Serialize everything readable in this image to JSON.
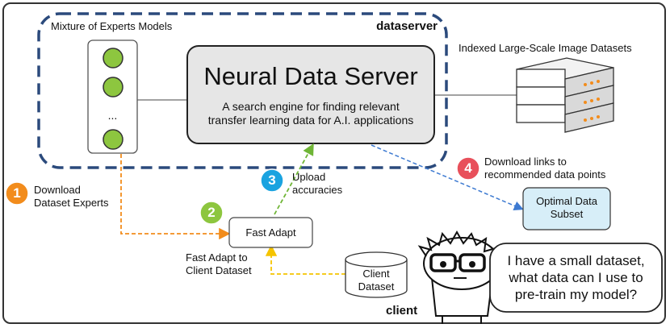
{
  "dataserver_label": "dataserver",
  "moe_title": "Mixture of Experts Models",
  "moe_ellipsis": "...",
  "nds_title": "Neural Data Server",
  "nds_desc_1": "A search engine for finding relevant",
  "nds_desc_2": "transfer learning data for A.I. applications",
  "indexed_label": "Indexed Large-Scale Image Datasets",
  "step1": {
    "num": "1",
    "line1": "Download",
    "line2": "Dataset Experts",
    "color": "#f28c1c"
  },
  "step2": {
    "num": "2",
    "color": "#8dc63f"
  },
  "step3": {
    "num": "3",
    "line1": "Upload",
    "line2": "accuracies",
    "color": "#1aa3e0"
  },
  "step4": {
    "num": "4",
    "line1": "Download links to",
    "line2": "recommended data points",
    "color": "#e8505b"
  },
  "fast_adapt": "Fast Adapt",
  "fast_adapt_client_1": "Fast Adapt to",
  "fast_adapt_client_2": "Client Dataset",
  "optimal_1": "Optimal Data",
  "optimal_2": "Subset",
  "client_dataset_1": "Client",
  "client_dataset_2": "Dataset",
  "client_label": "client",
  "bubble_1": "I have a small dataset,",
  "bubble_2": "what data can I use to",
  "bubble_3": "pre-train my model?",
  "colors": {
    "dash_border": "#2b4a7c",
    "expert_green": "#8dc63f",
    "nds_fill": "#e6e6e6",
    "optimal_fill": "#d7eef8"
  }
}
